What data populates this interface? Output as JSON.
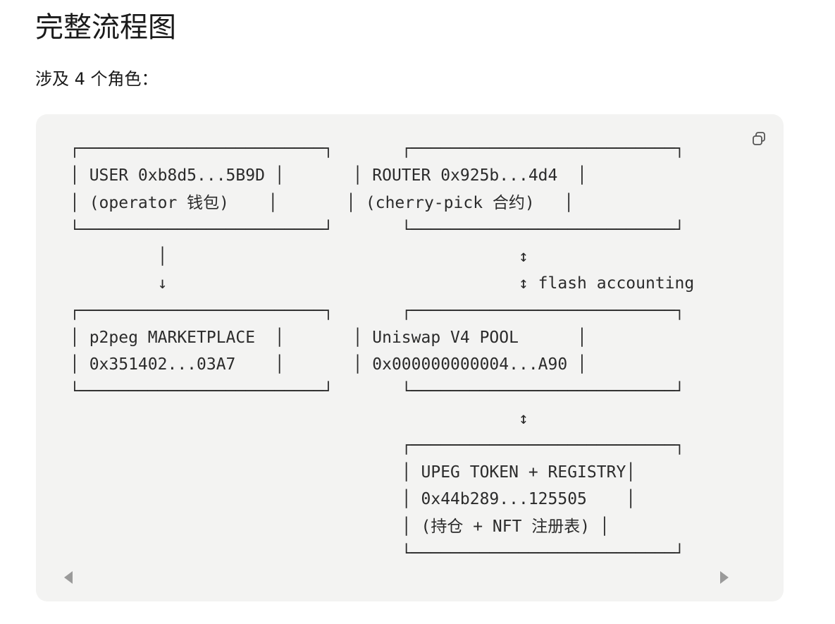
{
  "page": {
    "title": "完整流程图",
    "intro": "涉及 4 个角色："
  },
  "code_block": {
    "lines": [
      "┌─────────────────────────┐       ┌───────────────────────────┐",
      "│ USER 0xb8d5...5B9D │       │ ROUTER 0x925b...4d4  │",
      "│ (operator 钱包)    │       │ (cherry-pick 合约)   │",
      "└─────────────────────────┘       └───────────────────────────┘",
      "         │                                    ↕",
      "         ↓                                    ↕ flash accounting",
      "┌─────────────────────────┐       ┌───────────────────────────┐",
      "│ p2peg MARKETPLACE  │       │ Uniswap V4 POOL      │",
      "│ 0x351402...03A7    │       │ 0x000000000004...A90 │",
      "└─────────────────────────┘       └───────────────────────────┘",
      "                                              ↕",
      "                                  ┌───────────────────────────┐",
      "                                  │ UPEG TOKEN + REGISTRY│",
      "                                  │ 0x44b289...125505    │",
      "                                  │ (持仓 + NFT 注册表) │",
      "                                  └───────────────────────────┘"
    ],
    "copy_icon": "copy-icon",
    "scroll_left_icon": "triangle-left-icon",
    "scroll_right_icon": "triangle-right-icon"
  },
  "colors": {
    "background": "#ffffff",
    "code_background": "#f3f3f2",
    "text": "#1a1a1a",
    "code_text": "#2b2b2b",
    "icon": "#555555",
    "scroll_arrow": "#9a9a9a"
  }
}
